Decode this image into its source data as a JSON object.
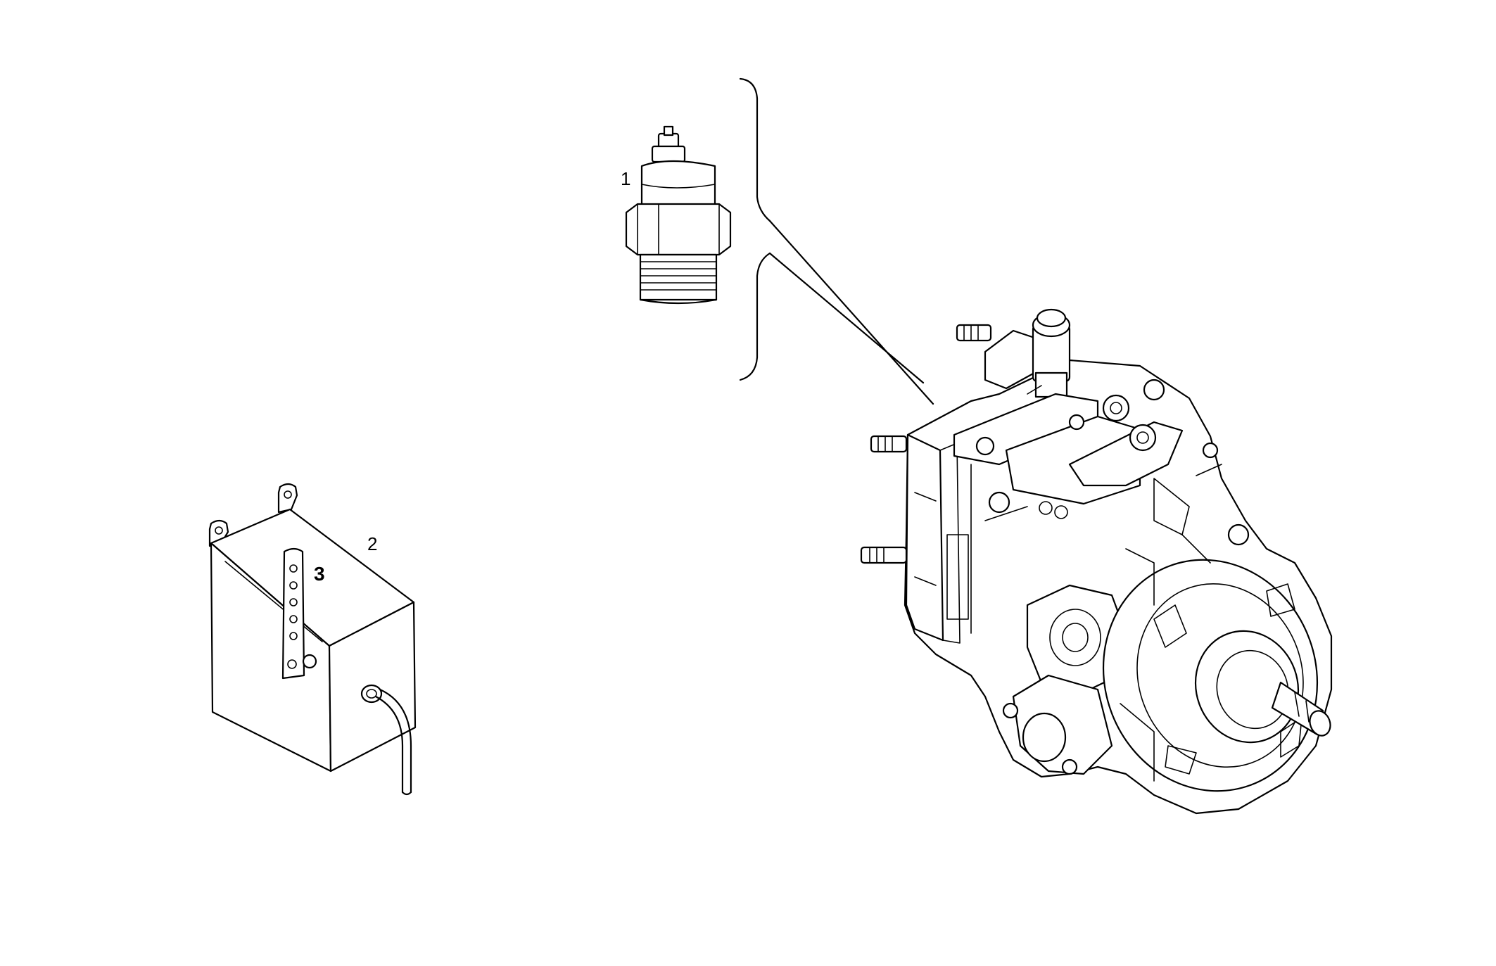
{
  "callouts": {
    "item1": "1",
    "item2": "2",
    "item3": "3"
  },
  "parts": [
    {
      "label": "1",
      "icon": "sensor-switch-icon"
    },
    {
      "label": "2",
      "icon": "control-box-icon"
    },
    {
      "label": "3",
      "icon": "bracket-plate-icon"
    }
  ],
  "colors": {
    "line": "#000000",
    "background": "#ffffff"
  }
}
